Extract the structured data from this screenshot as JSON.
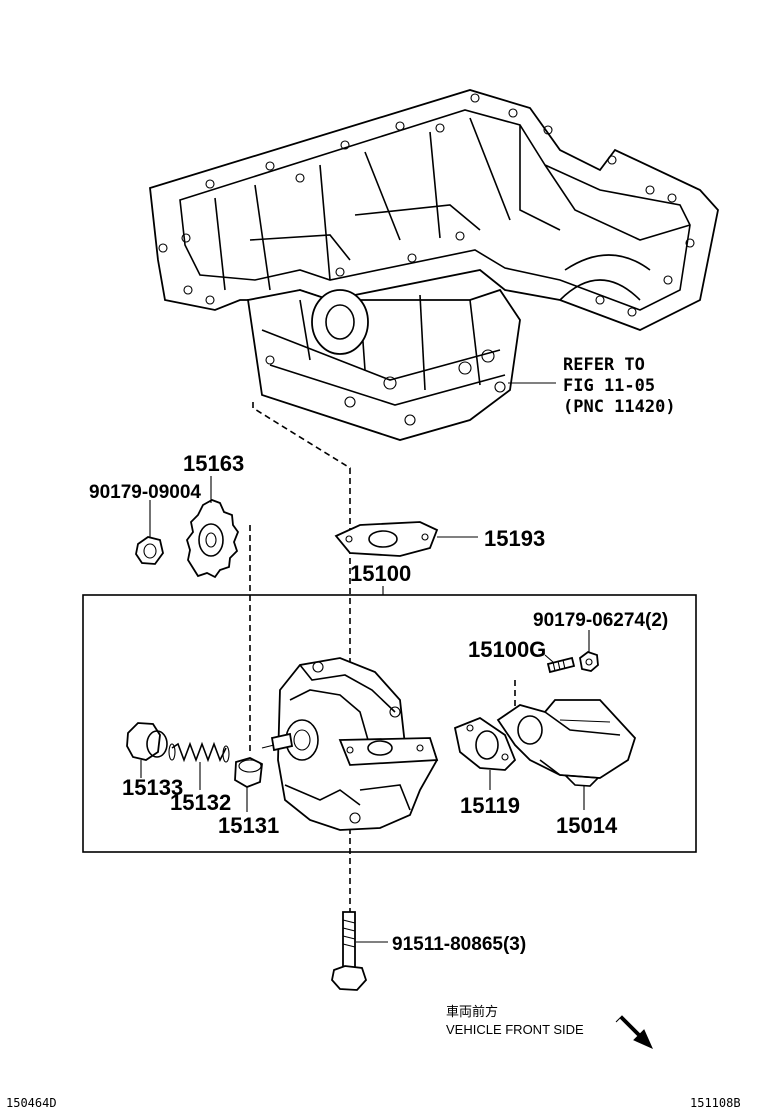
{
  "reference": {
    "line1": "REFER TO",
    "line2": "FIG 11-05",
    "line3": "(PNC 11420)"
  },
  "parts": {
    "p15163": "15163",
    "p90179_09004": "90179-09004",
    "p15193": "15193",
    "p15100": "15100",
    "p90179_06274": "90179-06274(2)",
    "p15100G": "15100G",
    "p15133": "15133",
    "p15132": "15132",
    "p15131": "15131",
    "p15119": "15119",
    "p15014": "15014",
    "p91511_80865": "91511-80865(3)"
  },
  "direction": {
    "japanese": "車両前方",
    "english": "VEHICLE FRONT SIDE"
  },
  "codes": {
    "left": "150464D",
    "right": "151108B"
  }
}
